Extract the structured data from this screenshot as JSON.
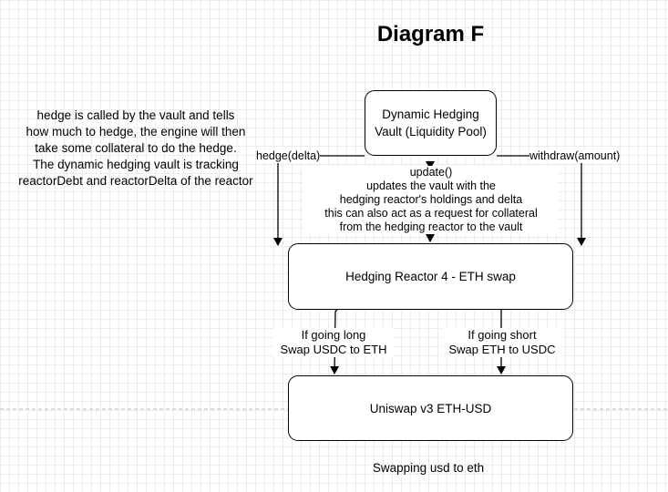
{
  "diagram": {
    "title": "Diagram F",
    "note_lines": [
      "hedge is called by the vault and tells",
      "how much to hedge, the engine will then",
      "take some collateral to do the hedge.",
      "The dynamic hedging vault is tracking",
      "reactorDebt and reactorDelta of the reactor"
    ],
    "nodes": {
      "vault": {
        "line1": "Dynamic Hedging",
        "line2": "Vault (Liquidity Pool)"
      },
      "reactor": {
        "label": "Hedging Reactor 4 - ETH swap"
      },
      "uniswap": {
        "label": "Uniswap v3 ETH-USD"
      }
    },
    "edges": {
      "hedge": "hedge(delta)",
      "withdraw": "withdraw(amount)",
      "update_lines": [
        "update()",
        "updates the vault with the",
        "hedging reactor's holdings and delta",
        "this can also act as a request for collateral",
        "from the hedging reactor to the vault"
      ],
      "long_lines": [
        "If going long",
        "Swap USDC to ETH"
      ],
      "short_lines": [
        "If going short",
        "Swap ETH to USDC"
      ]
    },
    "caption": "Swapping usd to eth"
  }
}
